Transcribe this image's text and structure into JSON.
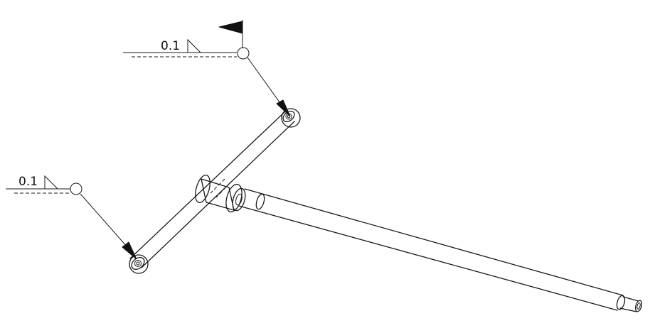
{
  "weld_symbols": [
    {
      "id": "upper",
      "label": "0.1",
      "field_weld_flag": true
    },
    {
      "id": "lower",
      "label": "0.1",
      "field_weld_flag": false
    }
  ],
  "colors": {
    "line": "#1a1a1a",
    "background": "#ffffff"
  }
}
